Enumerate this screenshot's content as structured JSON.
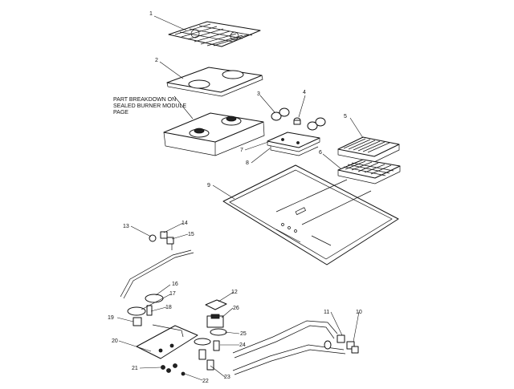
{
  "diagram": {
    "note": [
      "PART BREAKDOWN ON",
      "SEALED BURNER MODULE",
      "PAGE"
    ],
    "callouts": [
      "1",
      "2",
      "3",
      "4",
      "5",
      "6",
      "7",
      "8",
      "9",
      "10",
      "11",
      "12",
      "13",
      "14",
      "15",
      "16",
      "17",
      "18",
      "19",
      "20",
      "21",
      "22",
      "23",
      "24",
      "25",
      "26"
    ]
  }
}
